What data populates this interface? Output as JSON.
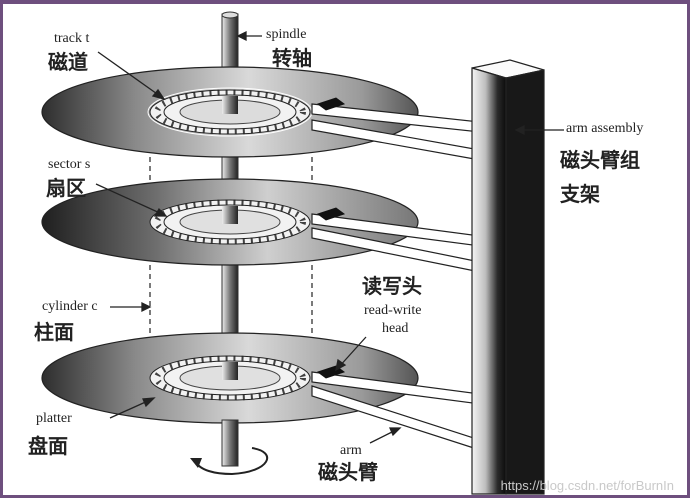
{
  "labels": {
    "track_en": "track t",
    "track_zh": "磁道",
    "spindle_en": "spindle",
    "spindle_zh": "转轴",
    "sector_en": "sector s",
    "sector_zh": "扇区",
    "arm_assembly_en": "arm assembly",
    "arm_assembly_zh_1": "磁头臂组",
    "arm_assembly_zh_2": "支架",
    "read_write_zh": "读写头",
    "read_write_en_1": "read-write",
    "read_write_en_2": "head",
    "cylinder_en": "cylinder c",
    "cylinder_zh": "柱面",
    "platter_en": "platter",
    "platter_zh": "盘面",
    "arm_en": "arm",
    "arm_zh": "磁头臂"
  },
  "watermark": "https://blog.csdn.net/forBurnIn",
  "colors": {
    "border": "#6e4f7e"
  }
}
